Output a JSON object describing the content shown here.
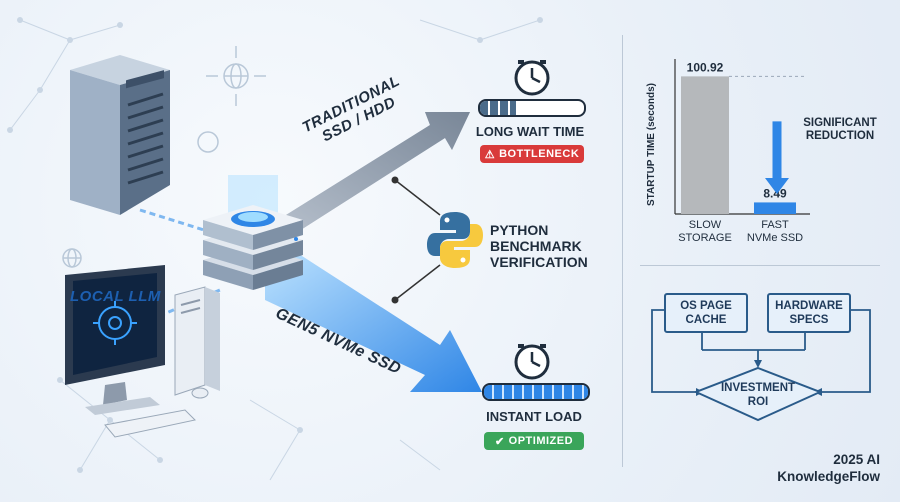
{
  "left_labels": {
    "local_llm": "LOCAL LLM",
    "traditional": "TRADITIONAL\nSSD / HDD",
    "gen5": "GEN5 NVMe SSD",
    "python": "PYTHON\nBENCHMARK\nVERIFICATION"
  },
  "long_wait": {
    "title": "LONG WAIT TIME",
    "badge": "BOTTLENECK",
    "progress": 0.35
  },
  "instant": {
    "title": "INSTANT LOAD",
    "badge": "OPTIMIZED",
    "progress": 1.0
  },
  "colors": {
    "bad": "#d93a3a",
    "good": "#3aa55a",
    "accent": "#2f86e6",
    "gray_bar": "#b5b8bb",
    "dark": "#2a5b8a"
  },
  "chart_data": {
    "type": "bar",
    "categories": [
      "SLOW\nSTORAGE",
      "FAST\nNVMe SSD"
    ],
    "values": [
      100.92,
      8.49
    ],
    "value_labels": [
      "100.92",
      "8.49"
    ],
    "ylabel": "STARTUP TIME (seconds)",
    "annotation": "SIGNIFICANT\nREDUCTION",
    "ylim": [
      0,
      110
    ]
  },
  "flow": {
    "os_cache": "OS PAGE\nCACHE",
    "hardware": "HARDWARE\nSPECS",
    "investment": "INVESTMENT\nROI"
  },
  "footer": "2025 AI\nKnowledgeFlow"
}
